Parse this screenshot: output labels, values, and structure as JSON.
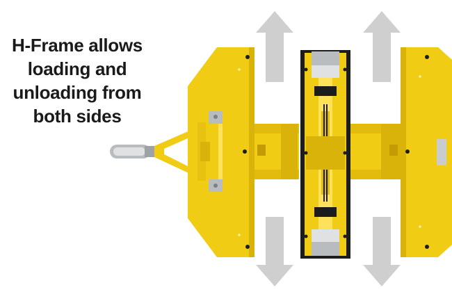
{
  "caption": {
    "lines": [
      "H-Frame allows",
      "loading and",
      "unloading from",
      "both sides"
    ]
  },
  "colors": {
    "frame_yellow": "#f1cc14",
    "frame_yellow_dark": "#d9b30a",
    "frame_yellow_shadow": "#c49a05",
    "arrow_gray": "#cfcfcf",
    "steel": "#b9bcbf",
    "steel_dark": "#7d8186",
    "black": "#1c1c1c"
  },
  "icons": {
    "arrows": [
      "arrow-up-icon",
      "arrow-up-icon",
      "arrow-down-icon",
      "arrow-down-icon"
    ]
  }
}
